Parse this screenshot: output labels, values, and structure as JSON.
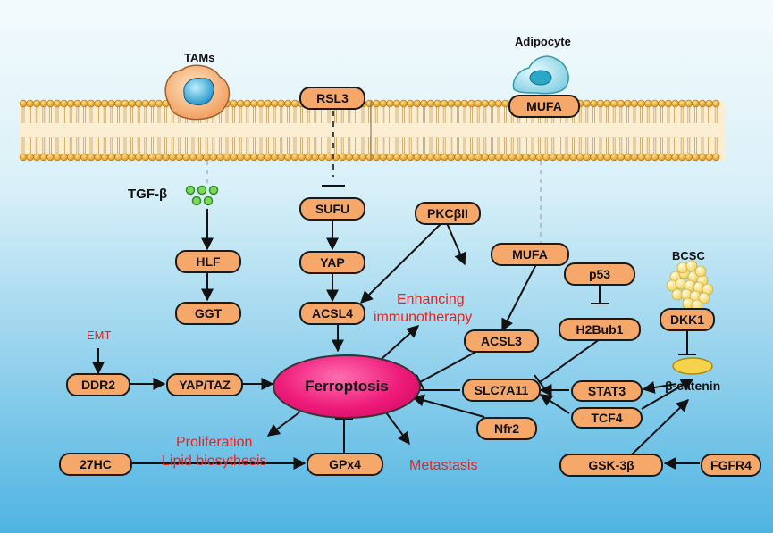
{
  "cells": {
    "tams": "TAMs",
    "adipocyte": "Adipocyte",
    "bcsc": "BCSC"
  },
  "labels": {
    "tgf_beta": "TGF-β",
    "beta_catenin": "β-catenin",
    "emt": "EMT"
  },
  "nodes": {
    "rsl3": "RSL3",
    "mufa_top": "MUFA",
    "sufu": "SUFU",
    "yap": "YAP",
    "acsl4": "ACSL4",
    "pkcbii": "PKCβII",
    "hlf": "HLF",
    "ggt": "GGT",
    "mufa": "MUFA",
    "p53": "p53",
    "h2bub1": "H2Bub1",
    "dkk1": "DKK1",
    "acsl3": "ACSL3",
    "slc7a11": "SLC7A11",
    "stat3": "STAT3",
    "tcf4": "TCF4",
    "ddr2": "DDR2",
    "yap_taz": "YAP/TAZ",
    "nfr2": "Nfr2",
    "gsk3b": "GSK-3β",
    "fgfr4": "FGFR4",
    "hc27": "27HC",
    "gpx4": "GPx4",
    "ferroptosis": "Ferroptosis"
  },
  "outcomes": {
    "enhancing": "Enhancing",
    "immunotherapy": "immunotherapy",
    "proliferation": "Proliferation",
    "lipid": "Lipid biosythesis",
    "metastasis": "Metastasis"
  },
  "colors": {
    "node_fill": "#f5a86a",
    "ferroptosis_fill": "#ee1a7a",
    "outcome_text": "#e8231d",
    "background_top": "#e9f6fb",
    "background_bottom": "#56b9e4",
    "membrane_bead": "#f0b13a"
  }
}
